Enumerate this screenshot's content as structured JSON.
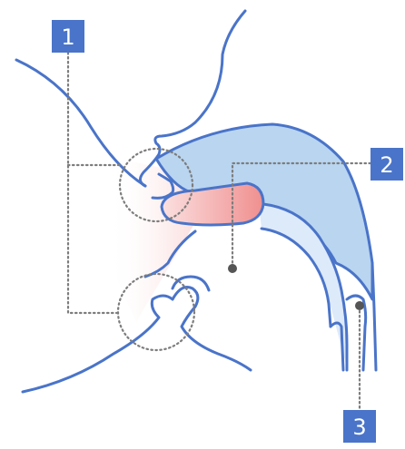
{
  "callouts": [
    {
      "label": "1"
    },
    {
      "label": "2"
    },
    {
      "label": "3"
    }
  ],
  "colors": {
    "outline": "#4a74c9",
    "tissue_fill": "#b9d5f0",
    "inner_fill": "#ddeafa",
    "highlight": "#f4a3a3",
    "leader": "#7d7d7d",
    "callout_box": "#4a74c9",
    "callout_text": "#ffffff"
  }
}
